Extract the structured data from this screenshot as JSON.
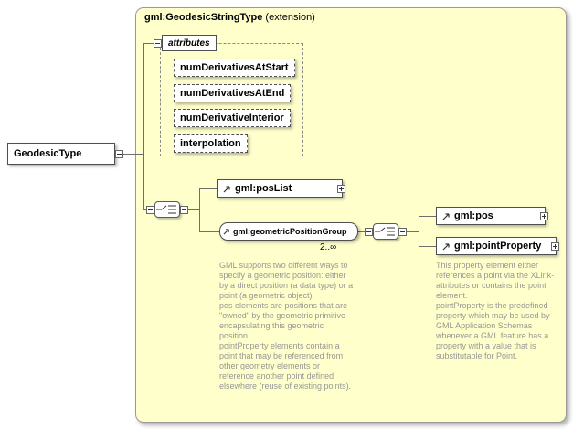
{
  "root": {
    "label": "GeodesicType"
  },
  "container": {
    "title": "gml:GeodesicStringType",
    "title_suffix": " (extension)"
  },
  "attributes": {
    "header": "attributes",
    "items": [
      "numDerivativesAtStart",
      "numDerivativesAtEnd",
      "numDerivativeInterior",
      "interpolation"
    ]
  },
  "elements": {
    "posList": {
      "label": "gml:posList"
    },
    "group": {
      "label": "gml:geometricPositionGroup",
      "cardinality": "2..∞"
    },
    "pos": {
      "label": "gml:pos"
    },
    "pointProperty": {
      "label": "gml:pointProperty"
    }
  },
  "annotations": {
    "group_note": "GML supports two different ways to specify a geometric position: either by a direct position (a data type) or a point (a geometric object).\npos elements are positions that are \"owned\" by the geometric primitive encapsulating this geometric position.\npointProperty elements contain a point that may be referenced from other geometry elements or reference another point defined elsewhere (reuse of existing points).",
    "pointProperty_note": "This property element either references a point via the XLink-attributes or contains the point element.\npointProperty is the predefined property which may be used by GML Application Schemas whenever a GML feature has a property with a value that is substitutable for Point."
  },
  "colors": {
    "container_bg": "#ffffcc",
    "annotation_text": "#979797",
    "connector": "#6e6e6e"
  }
}
